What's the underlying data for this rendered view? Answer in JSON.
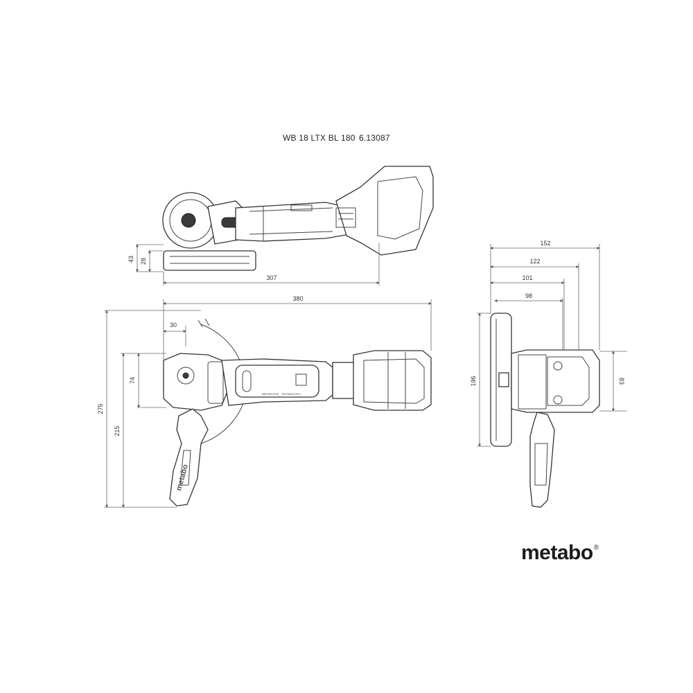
{
  "header": {
    "model": "WB 18 LTX BL 180",
    "part_number": "6.13087"
  },
  "brand": {
    "name": "metabo",
    "registered_mark": "®"
  },
  "top_view": {
    "dimensions": {
      "overall_length": "307",
      "height_43": "43",
      "height_28": "28"
    }
  },
  "side_view": {
    "dimensions": {
      "overall_length": "380",
      "offset_30": "30",
      "head_74": "74",
      "total_275": "275",
      "handle_215": "215"
    },
    "labels": {
      "handle_logo": "metabo",
      "body_text_1": "BRUSHLESS",
      "body_text_2": "TECHNOLOGY"
    }
  },
  "front_view": {
    "dimensions": {
      "width_152": "152",
      "width_122": "122",
      "width_101": "101",
      "width_98": "98",
      "height_196": "196",
      "height_83": "83"
    }
  }
}
